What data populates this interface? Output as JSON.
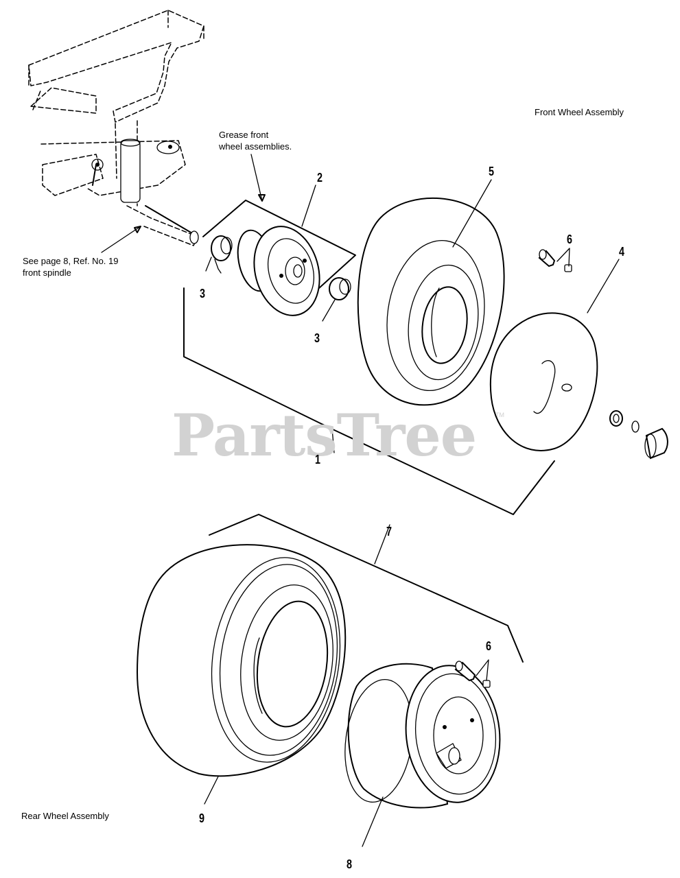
{
  "labels": {
    "front_title": "Front Wheel Assembly",
    "rear_title": "Rear Wheel Assembly",
    "grease_note": [
      "Grease front",
      "wheel assemblies."
    ],
    "see_page_note": [
      "See page 8, Ref. No. 19",
      "front spindle"
    ]
  },
  "watermark": {
    "text": "PartsTree",
    "tm": "TM"
  },
  "callouts": [
    {
      "id": "1",
      "text": "1"
    },
    {
      "id": "2",
      "text": "2"
    },
    {
      "id": "3a",
      "text": "3"
    },
    {
      "id": "3b",
      "text": "3"
    },
    {
      "id": "4",
      "text": "4"
    },
    {
      "id": "5",
      "text": "5"
    },
    {
      "id": "6a",
      "text": "6"
    },
    {
      "id": "6b",
      "text": "6"
    },
    {
      "id": "7",
      "text": "7"
    },
    {
      "id": "8",
      "text": "8"
    },
    {
      "id": "9",
      "text": "9"
    }
  ],
  "colors": {
    "line": "#000000",
    "background": "#ffffff",
    "watermark": "#d2d2d2"
  }
}
